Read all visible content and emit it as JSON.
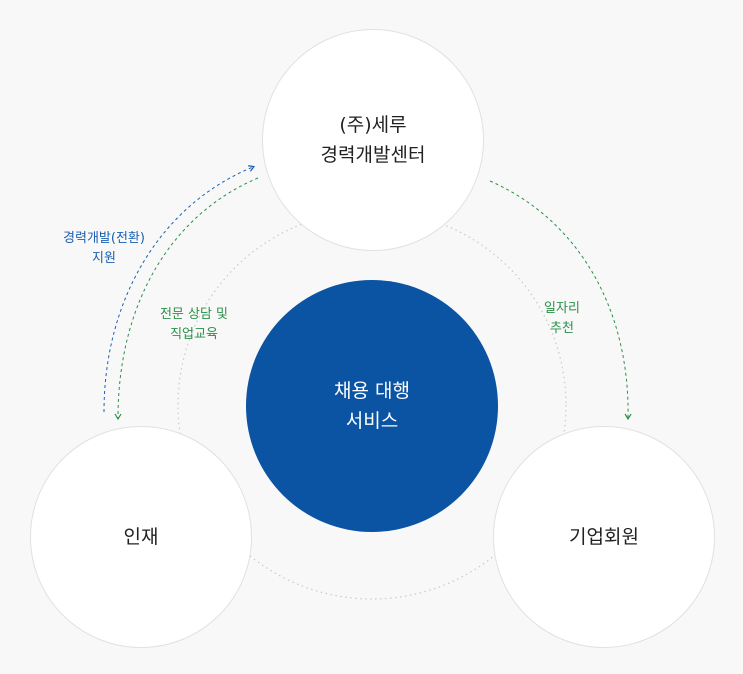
{
  "colors": {
    "background": "#f8f8f8",
    "node_fill": "#ffffff",
    "node_border": "#e1e1e1",
    "center_fill": "#0b53a3",
    "center_text": "#ffffff",
    "ring": "#c9c9c9",
    "blue_arrow": "#1a5fb4",
    "green_arrow": "#2a9148"
  },
  "center": {
    "line1": "채용 대행",
    "line2": "서비스"
  },
  "nodes": {
    "top": {
      "line1": "(주)세루",
      "line2": "경력개발센터"
    },
    "left": {
      "label": "인재"
    },
    "right": {
      "label": "기업회원"
    }
  },
  "flows": {
    "career_support": {
      "line1": "경력개발(전환)",
      "line2": "지원"
    },
    "counseling": {
      "line1": "전문 상담 및",
      "line2": "직업교육"
    },
    "job_recommend": {
      "line1": "일자리",
      "line2": "추천"
    }
  }
}
